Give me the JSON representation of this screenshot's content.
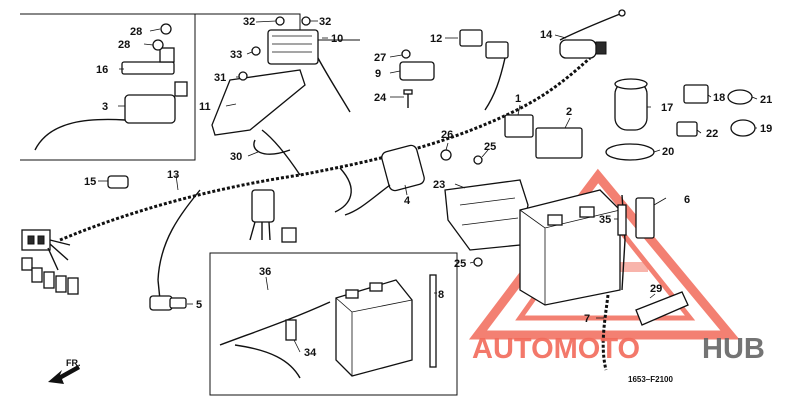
{
  "diagram": {
    "callouts": [
      {
        "id": "c1",
        "text": "1"
      },
      {
        "id": "c2",
        "text": "2"
      },
      {
        "id": "c3",
        "text": "3"
      },
      {
        "id": "c4",
        "text": "4"
      },
      {
        "id": "c5",
        "text": "5"
      },
      {
        "id": "c6",
        "text": "6"
      },
      {
        "id": "c7",
        "text": "7"
      },
      {
        "id": "c8",
        "text": "8"
      },
      {
        "id": "c9",
        "text": "9"
      },
      {
        "id": "c10",
        "text": "10"
      },
      {
        "id": "c11",
        "text": "11"
      },
      {
        "id": "c12",
        "text": "12"
      },
      {
        "id": "c13",
        "text": "13"
      },
      {
        "id": "c14",
        "text": "14"
      },
      {
        "id": "c15",
        "text": "15"
      },
      {
        "id": "c16",
        "text": "16"
      },
      {
        "id": "c17",
        "text": "17"
      },
      {
        "id": "c18",
        "text": "18"
      },
      {
        "id": "c19",
        "text": "19"
      },
      {
        "id": "c20",
        "text": "20"
      },
      {
        "id": "c21",
        "text": "21"
      },
      {
        "id": "c22",
        "text": "22"
      },
      {
        "id": "c23",
        "text": "23"
      },
      {
        "id": "c24",
        "text": "24"
      },
      {
        "id": "c25a",
        "text": "25"
      },
      {
        "id": "c25b",
        "text": "25"
      },
      {
        "id": "c26",
        "text": "26"
      },
      {
        "id": "c27",
        "text": "27"
      },
      {
        "id": "c28a",
        "text": "28"
      },
      {
        "id": "c28b",
        "text": "28"
      },
      {
        "id": "c29",
        "text": "29"
      },
      {
        "id": "c30",
        "text": "30"
      },
      {
        "id": "c31",
        "text": "31"
      },
      {
        "id": "c32a",
        "text": "32"
      },
      {
        "id": "c32b",
        "text": "32"
      },
      {
        "id": "c33",
        "text": "33"
      },
      {
        "id": "c34",
        "text": "34"
      },
      {
        "id": "c35",
        "text": "35"
      },
      {
        "id": "c36",
        "text": "36"
      }
    ],
    "front_indicator": "FR.",
    "drawing_code": "1653–F2100"
  },
  "watermark": {
    "part1": "AUTOMOTO",
    "part2": "HUB",
    "color_accent": "#f26a5a",
    "color_dark": "#666666"
  }
}
